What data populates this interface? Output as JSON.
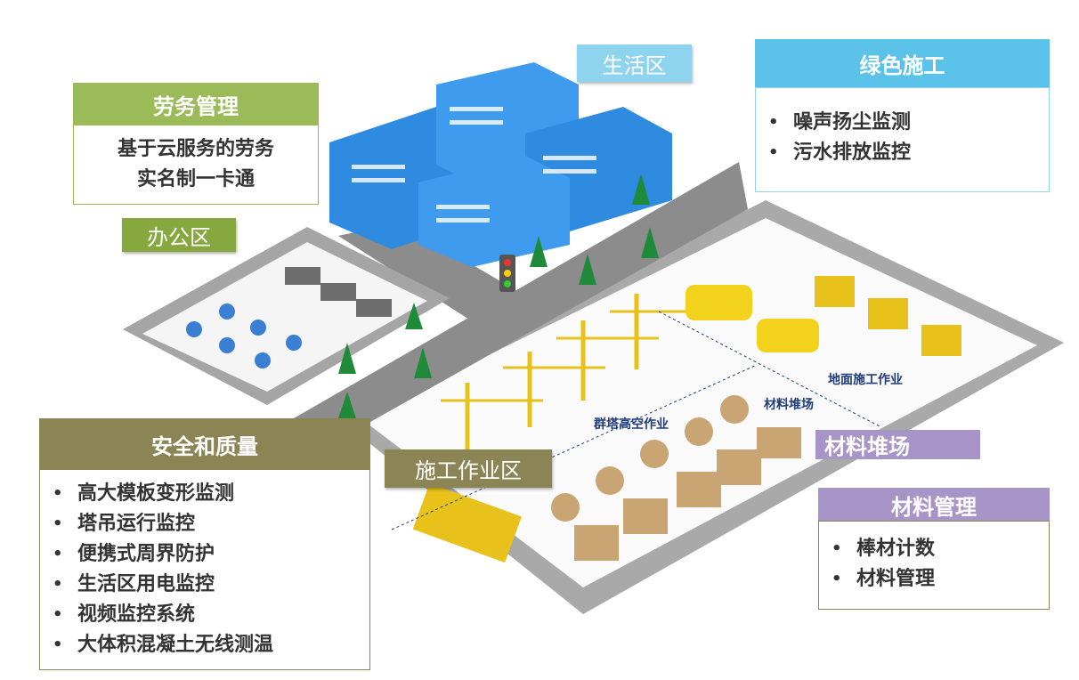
{
  "labor": {
    "title": "劳务管理",
    "desc_lines": [
      "基于云服务的劳务",
      "实名制一卡通"
    ]
  },
  "zones": {
    "office": "办公区",
    "living": "生活区",
    "construction": "施工作业区",
    "material_yard": "材料堆场"
  },
  "green": {
    "title": "绿色施工",
    "items": [
      "噪声扬尘监测",
      "污水排放监控"
    ]
  },
  "safety": {
    "title": "安全和质量",
    "items": [
      "高大模板变形监测",
      "塔吊运行监控",
      "便携式周界防护",
      "生活区用电监控",
      "视频监控系统",
      "大体积混凝土无线测温"
    ]
  },
  "material": {
    "title": "材料管理",
    "items": [
      "棒材计数",
      "材料管理"
    ]
  },
  "scene_labels": {
    "ground": "地面施工作业",
    "yard": "材料堆场",
    "tower": "群塔高空作业"
  },
  "colors": {
    "green": "#9bbb59",
    "blue": "#5bc3ea",
    "olive": "#8b8455",
    "purple": "#a895c8"
  }
}
